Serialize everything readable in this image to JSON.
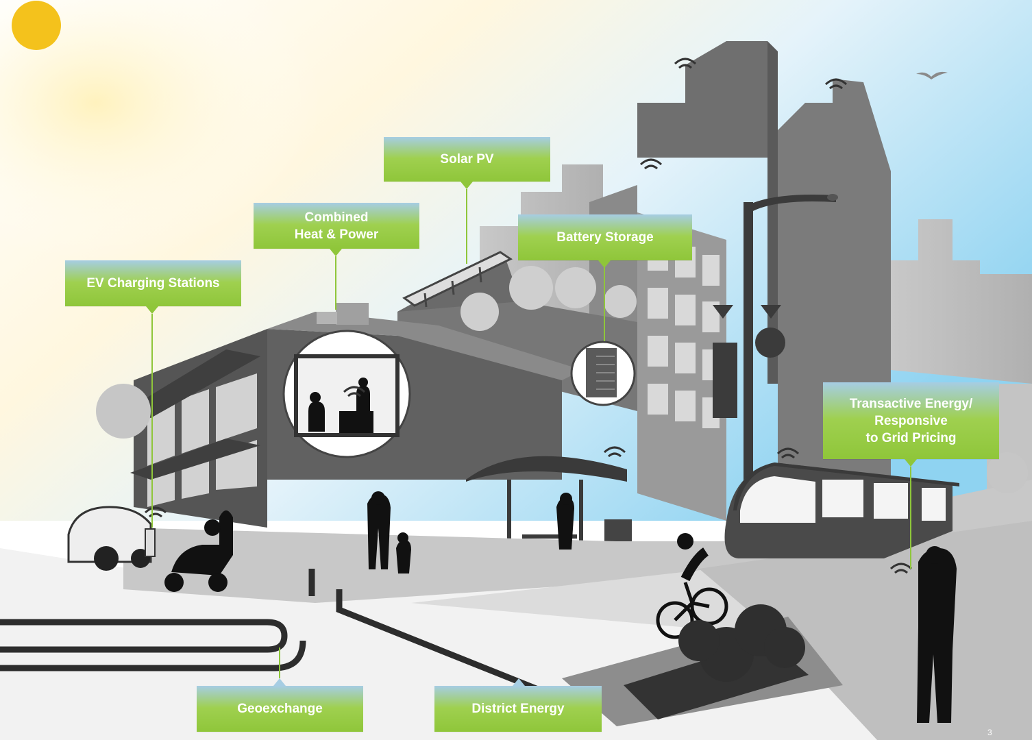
{
  "callouts": {
    "solar_pv": "Solar PV",
    "combined_heat_power": "Combined\nHeat & Power",
    "battery_storage": "Battery Storage",
    "ev_charging": "EV Charging Stations",
    "transactive_energy": "Transactive Energy/\nResponsive\nto Grid Pricing",
    "geoexchange": "Geoexchange",
    "district_energy": "District Energy"
  },
  "page_number": "3",
  "colors": {
    "callout_green": "#8fc63a",
    "callout_blue": "#a6cde3",
    "sky_blue": "#9fd4ef",
    "sun_yellow": "#f4c21c",
    "building_dark": "#4a4a4a",
    "building_mid": "#7a7a7a",
    "building_light": "#b5b5b5"
  },
  "icons": [
    "sun-icon",
    "wifi-signal-icon",
    "bird-icon",
    "person-silhouette-icon",
    "cyclist-icon",
    "bus-icon",
    "ev-car-icon",
    "scooter-icon",
    "tree-icon",
    "battery-icon",
    "charging-station-icon"
  ]
}
